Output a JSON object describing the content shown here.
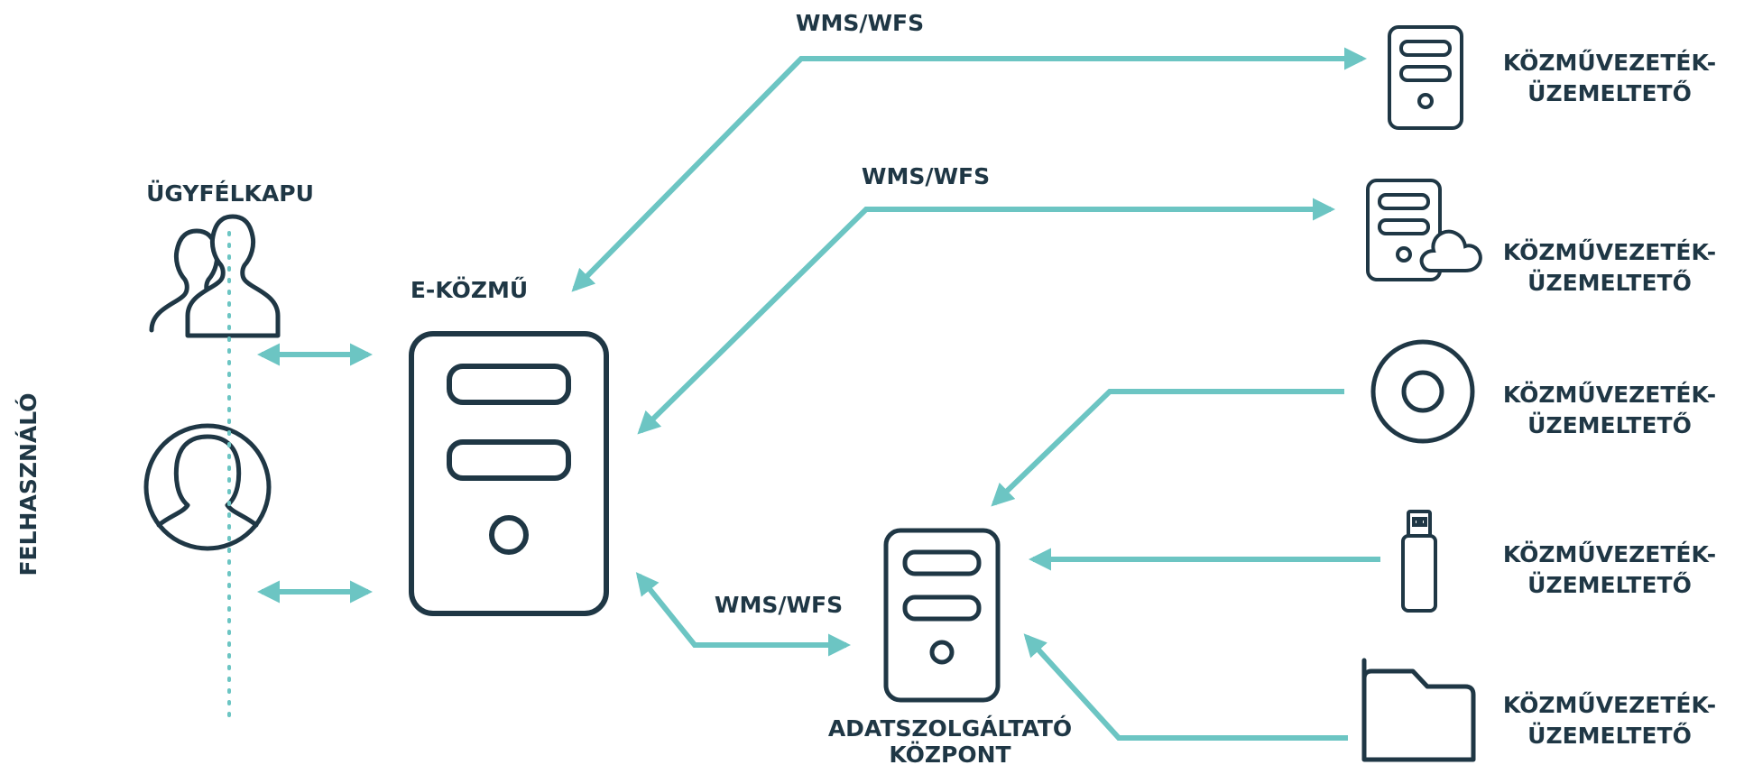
{
  "colors": {
    "arrow": "#6cc5c3",
    "ink": "#1f3745",
    "background": "#ffffff"
  },
  "labels": {
    "user_side": "FELHASZNÁLÓ",
    "gateway": "ÜGYFÉLKAPU",
    "central": "E-KÖZMŰ",
    "provider_line1": "ADATSZOLGÁLTATÓ",
    "provider_line2": "KÖZPONT",
    "protocol_top": "WMS/WFS",
    "protocol_mid": "WMS/WFS",
    "protocol_low": "WMS/WFS",
    "operators": [
      {
        "line1": "KÖZMŰVEZETÉK-",
        "line2": "ÜZEMELTETŐ"
      },
      {
        "line1": "KÖZMŰVEZETÉK-",
        "line2": "ÜZEMELTETŐ"
      },
      {
        "line1": "KÖZMŰVEZETÉK-",
        "line2": "ÜZEMELTETŐ"
      },
      {
        "line1": "KÖZMŰVEZETÉK-",
        "line2": "ÜZEMELTETŐ"
      },
      {
        "line1": "KÖZMŰVEZETÉK-",
        "line2": "ÜZEMELTETŐ"
      }
    ]
  },
  "icons": [
    "users-icon",
    "woman-user-icon",
    "server-icon",
    "cloud-server-icon",
    "disc-icon",
    "usb-drive-icon",
    "folder-icon"
  ]
}
